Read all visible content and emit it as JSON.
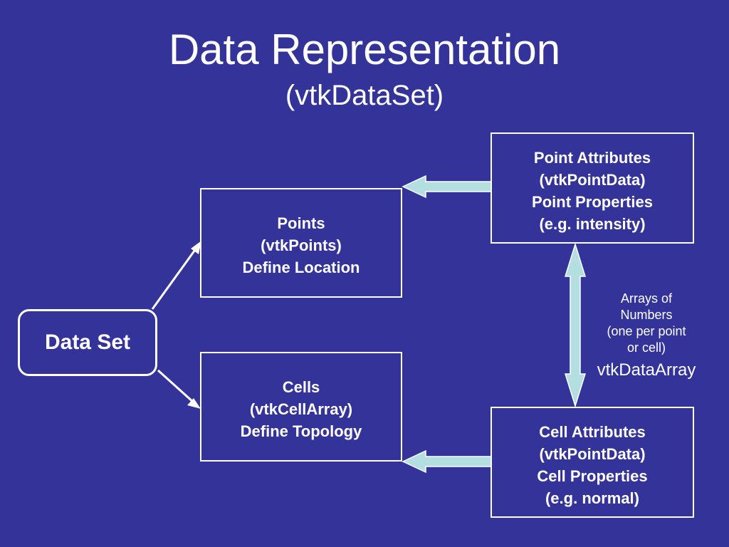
{
  "title": "Data Representation",
  "subtitle": "(vtkDataSet)",
  "nodes": {
    "data_set": "Data Set",
    "points": [
      "Points",
      "(vtkPoints)",
      "Define Location"
    ],
    "cells": [
      "Cells",
      "(vtkCellArray)",
      "Define Topology"
    ],
    "point_attributes": [
      "Point Attributes",
      "(vtkPointData)",
      "Point Properties",
      "(e.g. intensity)"
    ],
    "cell_attributes": [
      "Cell Attributes",
      "(vtkPointData)",
      "Cell Properties",
      "(e.g. normal)"
    ]
  },
  "arrays_note": [
    "Arrays of",
    "Numbers",
    "(one per point",
    "or cell)"
  ],
  "arrays_class": "vtkDataArray",
  "colors": {
    "background": "#333399",
    "text": "#ffffff",
    "arrow_fill": "#b3dfe0"
  }
}
